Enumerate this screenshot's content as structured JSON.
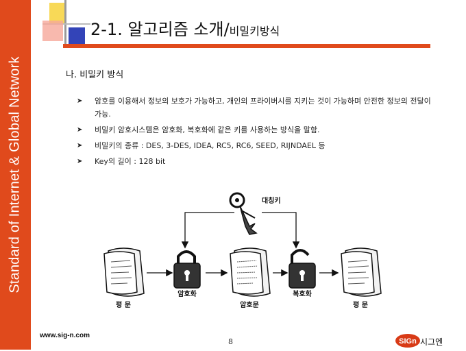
{
  "sidebar": {
    "text": "Standard of Internet & Global Network"
  },
  "header": {
    "title": "2-1. 알고리즘 소개/",
    "subtitle": "비밀키방식"
  },
  "section_heading": "나. 비밀키 방식",
  "bullets": [
    {
      "text": "암호를 이용해서 정보의 보호가 가능하고, 개인의 프라이버시를 지키는 것이 가능하며 안전한 정보의 전달이 가능."
    },
    {
      "text": "비밀키 암호시스템은 암호화, 복호화에 같은 키를 사용하는 방식을 말함."
    },
    {
      "text": "비밀키의 종류 : DES, 3-DES, IDEA, RC5, RC6, SEED, RIJNDAEL 등"
    },
    {
      "text": "Key의 길이 : 128 bit"
    }
  ],
  "diagram": {
    "key_label": "대칭키",
    "labels": {
      "plaintext_left": "평 문",
      "encrypt": "암호화",
      "ciphertext": "암호문",
      "decrypt": "복호화",
      "plaintext_right": "평 문"
    }
  },
  "footer": {
    "url": "www.sig-n.com",
    "page_number": "8",
    "logo_text": "SIGn",
    "company": "시그엔"
  },
  "colors": {
    "accent": "#e04a1c",
    "deco_yellow": "#f7d23a",
    "deco_blue": "#3344b8"
  }
}
